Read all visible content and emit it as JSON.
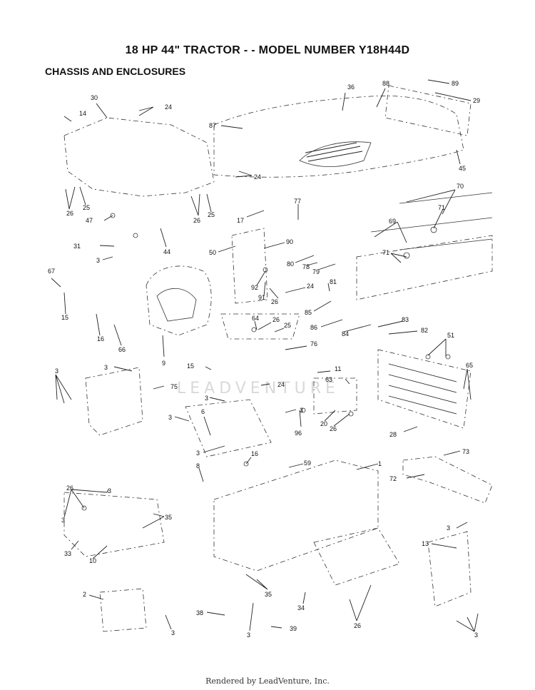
{
  "header": {
    "title": "18 HP 44\" TRACTOR - - MODEL NUMBER Y18H44D",
    "section": "CHASSIS AND ENCLOSURES"
  },
  "watermark": "LEADVENTURE",
  "footer": "Rendered by LeadVenture, Inc.",
  "callouts": [
    "14",
    "24",
    "30",
    "36",
    "88",
    "89",
    "29",
    "87",
    "24",
    "45",
    "26",
    "25",
    "26",
    "25",
    "47",
    "44",
    "17",
    "77",
    "70",
    "71",
    "69",
    "71",
    "31",
    "3",
    "50",
    "90",
    "80",
    "78",
    "79",
    "67",
    "92",
    "91",
    "26",
    "24",
    "81",
    "15",
    "85",
    "16",
    "66",
    "9",
    "64",
    "26",
    "25",
    "86",
    "84",
    "83",
    "82",
    "51",
    "76",
    "15",
    "3",
    "3",
    "11",
    "63",
    "24",
    "65",
    "75",
    "3",
    "3",
    "6",
    "3",
    "96",
    "20",
    "26",
    "28",
    "3",
    "16",
    "59",
    "1",
    "73",
    "72",
    "8",
    "26",
    "3",
    "3",
    "35",
    "33",
    "10",
    "3",
    "13",
    "2",
    "35",
    "38",
    "3",
    "34",
    "39",
    "3",
    "26",
    "3"
  ]
}
